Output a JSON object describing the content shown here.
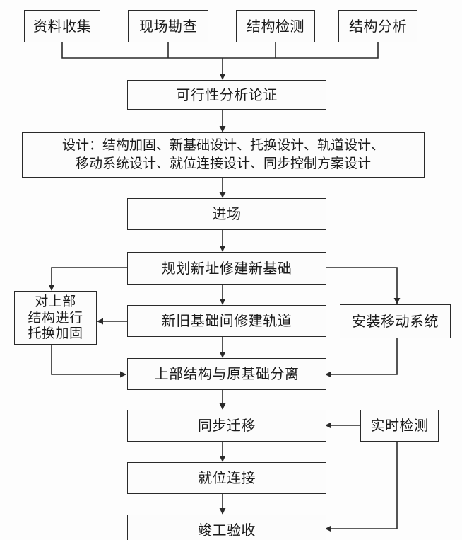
{
  "flowchart": {
    "top_row": {
      "data_collection": "资料收集",
      "site_survey": "现场勘查",
      "structure_testing": "结构检测",
      "structure_analysis": "结构分析"
    },
    "feasibility": "可行性分析论证",
    "design": {
      "line1": "设计：结构加固、新基础设计、托换设计、轨道设计、",
      "line2": "移动系统设计、就位连接设计、同步控制方案设计"
    },
    "site_entry": "进场",
    "new_foundation": "规划新址修建新基础",
    "underpinning": {
      "line1": "对上部",
      "line2": "结构进行",
      "line3": "托换加固"
    },
    "track_construction": "新旧基础间修建轨道",
    "install_moving_system": "安装移动系统",
    "separation": "上部结构与原基础分离",
    "sync_migration": "同步迁移",
    "realtime_monitoring": "实时检测",
    "positioning_connection": "就位连接",
    "completion_acceptance": "竣工验收"
  }
}
